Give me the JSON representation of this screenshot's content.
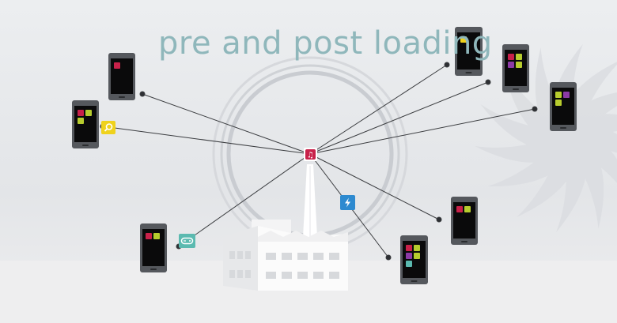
{
  "title": "pre and post loading",
  "colors": {
    "title": "#8fb7bb",
    "background": "#e6e7e9",
    "hub_red": "#c8214a",
    "music": "#c8214a",
    "lime": "#b7cc2e",
    "yellow": "#efd21c",
    "purple": "#8c3aa6",
    "teal": "#5bbab0",
    "blue": "#2d8ad0"
  },
  "hub": {
    "icon": "music-note-icon"
  },
  "phones": [
    {
      "name": "phone-top-left",
      "apps": [
        "music"
      ]
    },
    {
      "name": "phone-left",
      "apps": [
        "music",
        "lime",
        "lime"
      ]
    },
    {
      "name": "phone-bottom-left",
      "apps": [
        "music",
        "lime"
      ]
    },
    {
      "name": "phone-bottom-center",
      "apps": [
        "music",
        "lime",
        "purple",
        "lime",
        "teal"
      ]
    },
    {
      "name": "phone-bottom-right",
      "apps": [
        "music",
        "lime"
      ]
    },
    {
      "name": "phone-top-right-1",
      "apps": [
        "yellow"
      ]
    },
    {
      "name": "phone-top-right-2",
      "apps": [
        "music",
        "lime",
        "purple",
        "lime"
      ]
    },
    {
      "name": "phone-right",
      "apps": [
        "lime",
        "purple",
        "lime"
      ]
    }
  ],
  "floating_icons": [
    {
      "name": "search-icon",
      "color": "yellow"
    },
    {
      "name": "gamepad-icon",
      "color": "teal"
    },
    {
      "name": "lightning-icon",
      "color": "blue"
    }
  ]
}
